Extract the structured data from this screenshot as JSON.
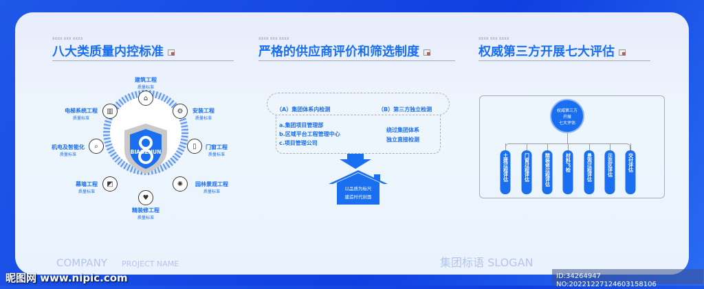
{
  "sections": [
    {
      "subtitle": "XXXX XXX XXXX",
      "title": "八大类质量内控标准"
    },
    {
      "subtitle": "XXXX XXX XXXX",
      "title": "严格的供应商评价和筛选制度"
    },
    {
      "subtitle": "XXXX XXX XXXX",
      "title": "权威第三方开展七大评估"
    }
  ],
  "wheel": {
    "center_text": "BIAOZHUN",
    "sub_label": "质量标准",
    "items": [
      {
        "label": "建筑工程",
        "icon": "house-plant-icon"
      },
      {
        "label": "安装工程",
        "icon": "house-gear-icon"
      },
      {
        "label": "门窗工程",
        "icon": "window-icon"
      },
      {
        "label": "园林景观工程",
        "icon": "tree-burst-icon"
      },
      {
        "label": "精装修工程",
        "icon": "house-heart-icon"
      },
      {
        "label": "幕墙工程",
        "icon": "curtain-wall-icon"
      },
      {
        "label": "机电及智能化",
        "icon": "camera-icon"
      },
      {
        "label": "电梯系统工程",
        "icon": "elevator-icon"
      }
    ]
  },
  "supplier": {
    "a_title": "（A）集团体系内检测",
    "b_title": "（B）第三方独立检测",
    "a_items": [
      "a.集团项目管理部",
      "b.区域平台工程管理中心",
      "c.项目管理公司"
    ],
    "b_lines": [
      "绕过集团体系",
      "独立直接检测"
    ],
    "house_lines": [
      "以品质为标尺",
      "建造时代封面"
    ]
  },
  "assessment": {
    "center_lines": [
      "权威第三方",
      "开展",
      "七大评估"
    ],
    "items": [
      "土建过程评估",
      "门窗过程评估",
      "精装修过程评估",
      "材料飞检",
      "景观过程评估",
      "示范区评估",
      "交付评估"
    ]
  },
  "footer": {
    "company": "COMPANY",
    "project": "PROJECT NAME",
    "slogan": "集团标语 SLOGAN",
    "watermark": "昵图网 www.nipic.com",
    "id_text": "ID:34264947 NO:20221227124603158106"
  },
  "colors": {
    "accent": "#1a6ff0",
    "frame": "#0f3fe0"
  }
}
